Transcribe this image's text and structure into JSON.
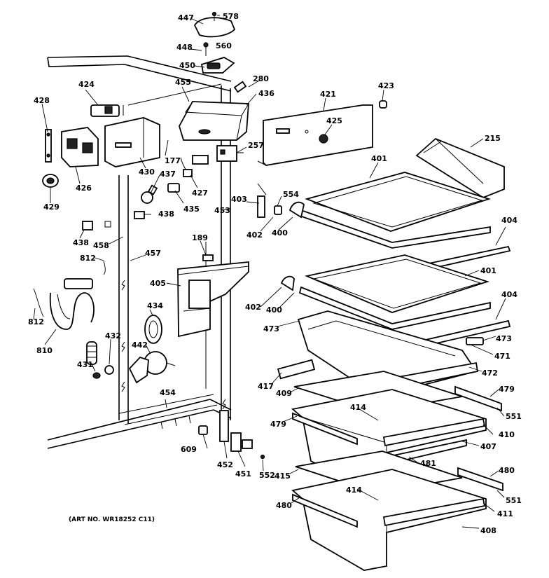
{
  "art_number": "(ART NO. WR18252 C11)",
  "labels": {
    "l447": "447",
    "l578": "578",
    "l448": "448",
    "l560": "560",
    "l450": "450",
    "l280": "280",
    "l455": "455",
    "l436": "436",
    "l424": "424",
    "l428": "428",
    "l421": "421",
    "l423": "423",
    "l425": "425",
    "l215": "215",
    "l257": "257",
    "l177": "177",
    "l437": "437",
    "l430": "430",
    "l426": "426",
    "l427": "427",
    "l435": "435",
    "l429": "429",
    "l401a": "401",
    "l403": "403",
    "l554": "554",
    "l453": "453",
    "l438a": "438",
    "l438b": "438",
    "l402a": "402",
    "l400a": "400",
    "l404a": "404",
    "l458": "458",
    "l189": "189",
    "l457": "457",
    "l812a": "812",
    "l401b": "401",
    "l405": "405",
    "l404b": "404",
    "l402b": "402",
    "l400b": "400",
    "l812b": "812",
    "l434": "434",
    "l473a": "473",
    "l473b": "473",
    "l810": "810",
    "l432": "432",
    "l442": "442",
    "l471": "471",
    "l431": "431",
    "l472": "472",
    "l417": "417",
    "l409": "409",
    "l479a": "479",
    "l454": "454",
    "l414a": "414",
    "l479b": "479",
    "l551a": "551",
    "l410": "410",
    "l609": "609",
    "l407": "407",
    "l452": "452",
    "l481": "481",
    "l451": "451",
    "l552": "552",
    "l415": "415",
    "l480a": "480",
    "l414b": "414",
    "l551b": "551",
    "l480b": "480",
    "l411": "411",
    "l408": "408"
  }
}
